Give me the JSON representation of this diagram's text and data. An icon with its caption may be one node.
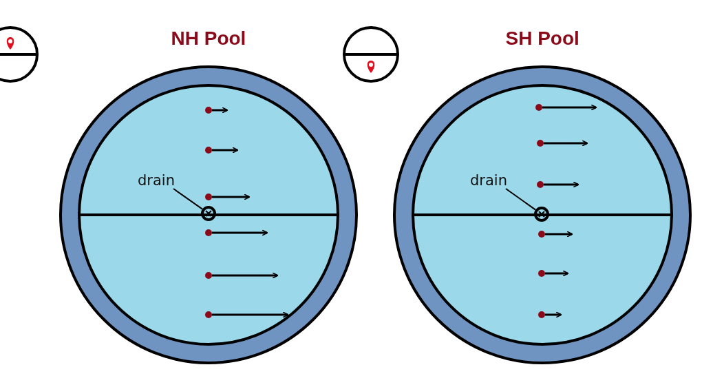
{
  "diagram": {
    "nodes": [
      {
        "text": [
          "NH Pool"
        ]
      },
      {
        "text": [
          "drain"
        ],
        "in": 0
      },
      {
        "text": [],
        "shape": "circle",
        "in": 0
      },
      {
        "text": [
          "SH Pool"
        ]
      },
      {
        "text": [
          "drain"
        ],
        "in": 3
      },
      {
        "text": [],
        "shape": "circle",
        "in": 3
      }
    ],
    "edges": [
      {
        "from": 1,
        "to": 2,
        "arrow": "none"
      },
      {
        "from": 4,
        "to": 5,
        "arrow": "none"
      }
    ]
  }
}
